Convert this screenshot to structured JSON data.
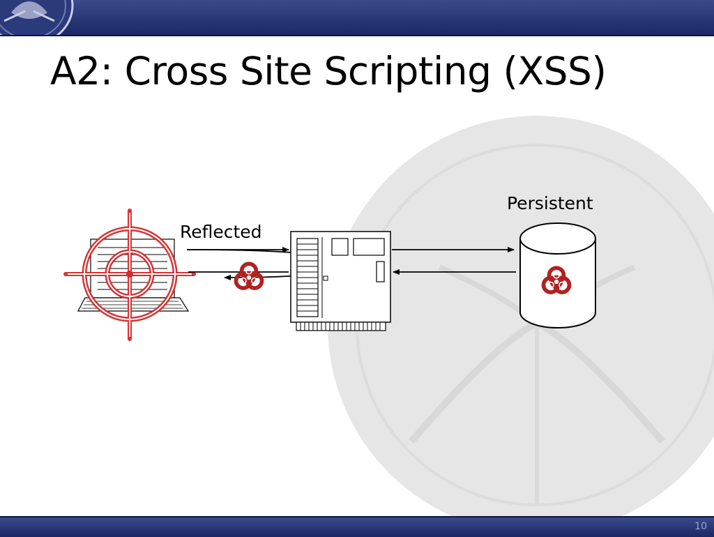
{
  "title": "A2: Cross Site Scripting (XSS)",
  "labels": {
    "reflected": "Reflected",
    "persistent": "Persistent"
  },
  "slide_number": "10",
  "icons": {
    "logo": "owasp-wasp-logo-icon",
    "target": "crosshair-target-icon",
    "laptop": "laptop-icon",
    "server": "server-icon",
    "database": "database-icon",
    "biohazard": "biohazard-icon"
  },
  "colors": {
    "header_bar": "#1c2766",
    "target_red": "#d42b2b",
    "biohazard_red": "#b22222",
    "watermark_gray": "#e6e6e6"
  }
}
